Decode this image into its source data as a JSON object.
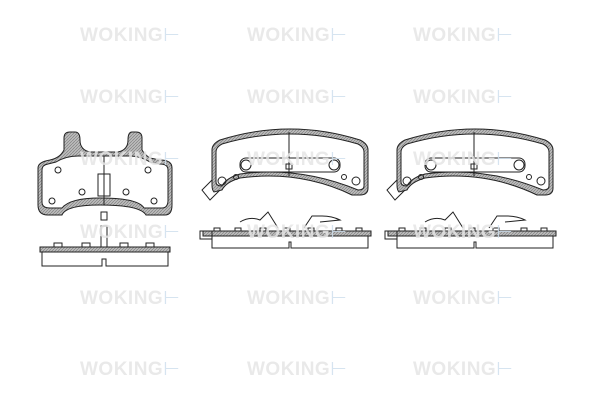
{
  "watermark": {
    "text": "WOKING",
    "symbol": "⊢",
    "color": "#e6e6e6"
  },
  "drawing": {
    "parts": [
      {
        "id": "pad-1",
        "views": [
          "front",
          "side"
        ]
      },
      {
        "id": "pad-2",
        "views": [
          "front",
          "side"
        ]
      },
      {
        "id": "pad-3",
        "views": [
          "front",
          "side"
        ]
      }
    ],
    "line_color": "#222222",
    "hatch_color": "#888888"
  }
}
